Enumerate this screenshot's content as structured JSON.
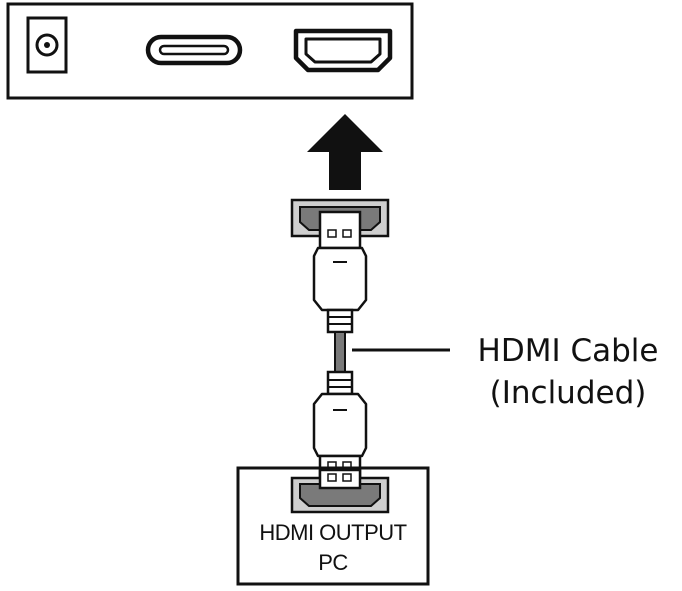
{
  "cable_label": {
    "line1": "HDMI Cable",
    "line2": "(Included)"
  },
  "pc_box": {
    "line1": "HDMI OUTPUT",
    "line2": "PC"
  },
  "ports": [
    "dc-power-port",
    "usb-c-port",
    "hdmi-port"
  ],
  "colors": {
    "stroke": "#111111",
    "connector_fill": "#7a7a7a",
    "connector_outer": "#cfcfcf"
  }
}
